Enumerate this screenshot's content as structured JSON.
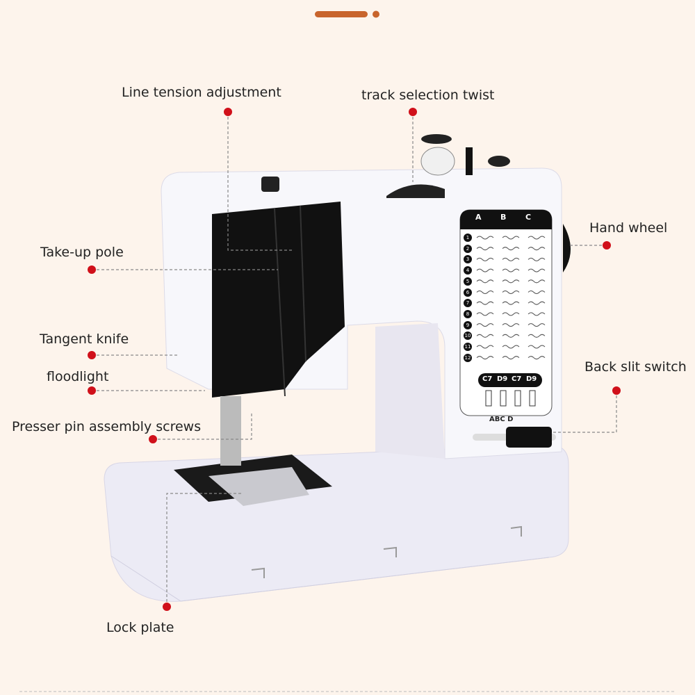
{
  "labels": {
    "line_tension": "Line tension adjustment",
    "track_selection": "track selection twist",
    "take_up_pole": "Take-up pole",
    "hand_wheel": "Hand wheel",
    "tangent_knife": "Tangent knife",
    "floodlight": "floodlight",
    "back_slit": "Back slit switch",
    "presser_screws": "Presser pin assembly screws",
    "lock_plate": "Lock plate"
  },
  "stitch_panel": {
    "columns": [
      "A",
      "B",
      "C"
    ],
    "rows": [
      "1",
      "2",
      "3",
      "4",
      "5",
      "6",
      "7",
      "8",
      "9",
      "10",
      "11",
      "12"
    ],
    "feet": [
      "C7",
      "D9",
      "C7",
      "D9"
    ],
    "switch_labels": "ABC D"
  },
  "colors": {
    "background": "#fdf4ec",
    "accent": "#c8642c",
    "marker": "#d0101a"
  }
}
